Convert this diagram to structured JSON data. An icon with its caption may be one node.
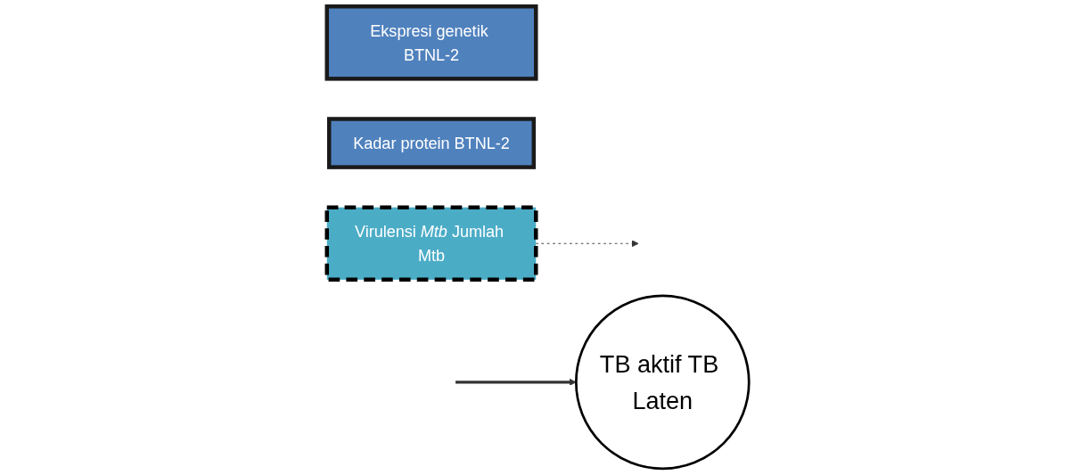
{
  "diagram": {
    "nodes": [
      {
        "text": [
          "Ekspresi genetik BTNL-2"
        ]
      },
      {
        "text": [
          "Kadar protein BTNL-2"
        ]
      },
      {
        "text": [
          "TB aktif TB Laten"
        ]
      },
      {
        "text": [
          "Virulensi *Mtb* Jumlah Mtb"
        ]
      }
    ],
    "edges": [
      {
        "from": null,
        "to": 2,
        "arrow": "to",
        "style": "thick"
      },
      {
        "from": 3,
        "to": null,
        "arrow": "to",
        "style": "dashed"
      }
    ]
  }
}
